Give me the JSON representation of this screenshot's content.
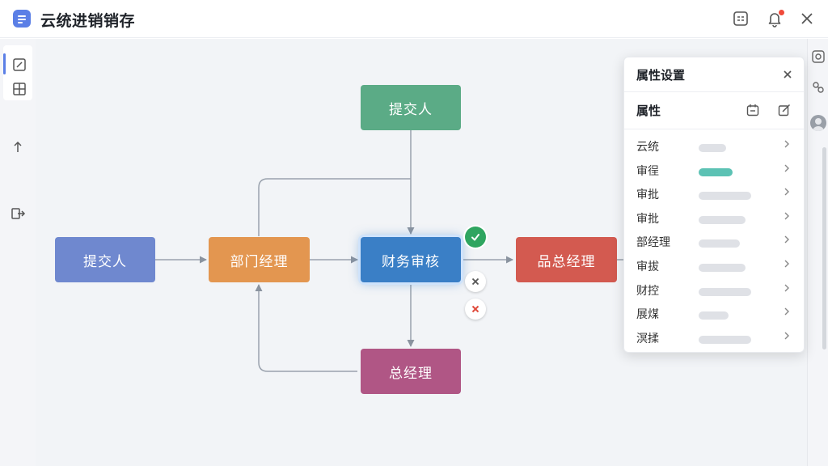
{
  "window": {
    "title": "云统进销销存"
  },
  "flow": {
    "nodes": {
      "top_submitter": "提交人",
      "submitter": "提交人",
      "dept_manager": "部门经理",
      "finance_review": "财务审核",
      "product_manager": "品总经理",
      "general_manager": "总经理"
    },
    "status": {
      "approve_icon": "check-icon",
      "close_icon": "close-icon",
      "reject_icon": "reject-icon"
    }
  },
  "panel": {
    "title": "属性设置",
    "section": "属性",
    "rows": [
      {
        "label": "云统",
        "fill": 0.5
      },
      {
        "label": "审徎",
        "fill": 0.62,
        "accent": true
      },
      {
        "label": "审批",
        "fill": 0.95
      },
      {
        "label": "审批",
        "fill": 0.85
      },
      {
        "label": "部经理",
        "fill": 0.75
      },
      {
        "label": "审拔",
        "fill": 0.85
      },
      {
        "label": "财控",
        "fill": 0.95
      },
      {
        "label": "展煤",
        "fill": 0.55
      },
      {
        "label": "溟揉",
        "fill": 0.95
      }
    ]
  },
  "colors": {
    "accent": "#5b7fe6",
    "active_node": "#3a7fc6",
    "bar_accent": "#5cc2b4",
    "approve": "#2fa560",
    "reject": "#e04b3c"
  }
}
